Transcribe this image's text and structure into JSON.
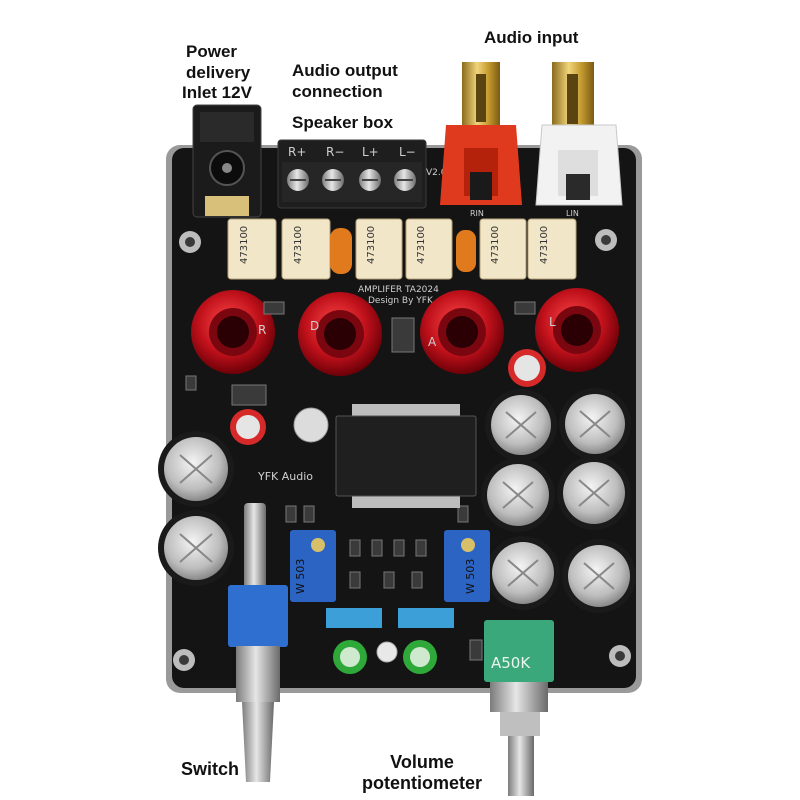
{
  "labels": {
    "power_delivery": "Power delivery",
    "inlet_12v": "Inlet 12V",
    "audio_output": "Audio output connection",
    "speaker_box": "Speaker box",
    "audio_input": "Audio input",
    "switch": "Switch",
    "volume": "Volume potentiometer"
  },
  "board": {
    "terminal_labels": [
      "R+",
      "R−",
      "L+",
      "L−"
    ],
    "version": "V2.0",
    "rca_labels": [
      "RIN",
      "LIN"
    ],
    "cap_code": "473100",
    "title_line1": "AMPLIFER TA2024",
    "title_line2": "Design By YFK",
    "brand": "YFK Audio",
    "post_letters": [
      "R",
      "D",
      "A",
      "L"
    ],
    "trimmer_code": "W 503",
    "pot_label": "A50K"
  },
  "colors": {
    "pcb": "#141414",
    "binding_post": "#c0111b",
    "box_cap": "#f1e6c8",
    "trimmer": "#2c64c4",
    "switch": "#2f6fd0",
    "pot_body": "#3aa87a",
    "rca_left": "#e03a1e",
    "rca_right": "#f2f2f2"
  }
}
